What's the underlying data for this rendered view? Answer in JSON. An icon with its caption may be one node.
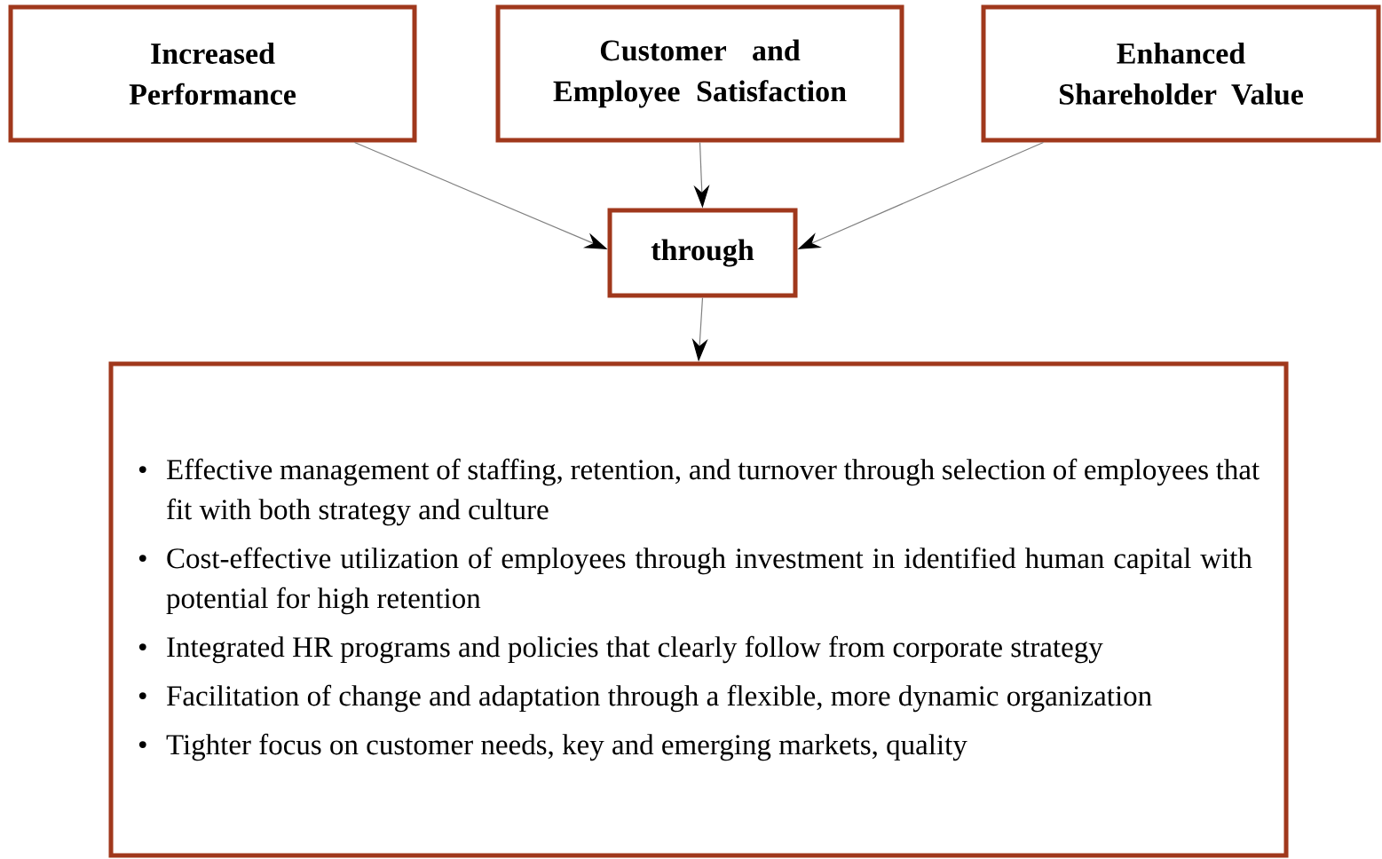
{
  "diagram": {
    "nodes": [
      {
        "text": [
          "Increased Performance"
        ]
      },
      {
        "text": [
          "Customer and Employee Satisfaction"
        ]
      },
      {
        "text": [
          "Enhanced Shareholder Value"
        ]
      },
      {
        "text": [
          "through"
        ]
      },
      {
        "text": [
          "Effective management of staffing, retention, and turnover through selection of employees that fit with both strategy and culture",
          "Cost-effective utilization of employees through investment in identified human capital with potential for high retention",
          "Integrated HR programs and policies that clearly follow from corporate strategy",
          "Facilitation of change and adaptation through a flexible, more dynamic organization",
          "Tighter focus on customer needs, key and emerging markets, quality"
        ]
      }
    ],
    "edges": [
      {
        "from": 0,
        "to": 3,
        "arrow": "to"
      },
      {
        "from": 1,
        "to": 3,
        "arrow": "to"
      },
      {
        "from": 2,
        "to": 3,
        "arrow": "to"
      },
      {
        "from": 3,
        "to": 4,
        "arrow": "to"
      }
    ],
    "labels": [
      "•",
      "•",
      "•",
      "•",
      "•"
    ]
  }
}
